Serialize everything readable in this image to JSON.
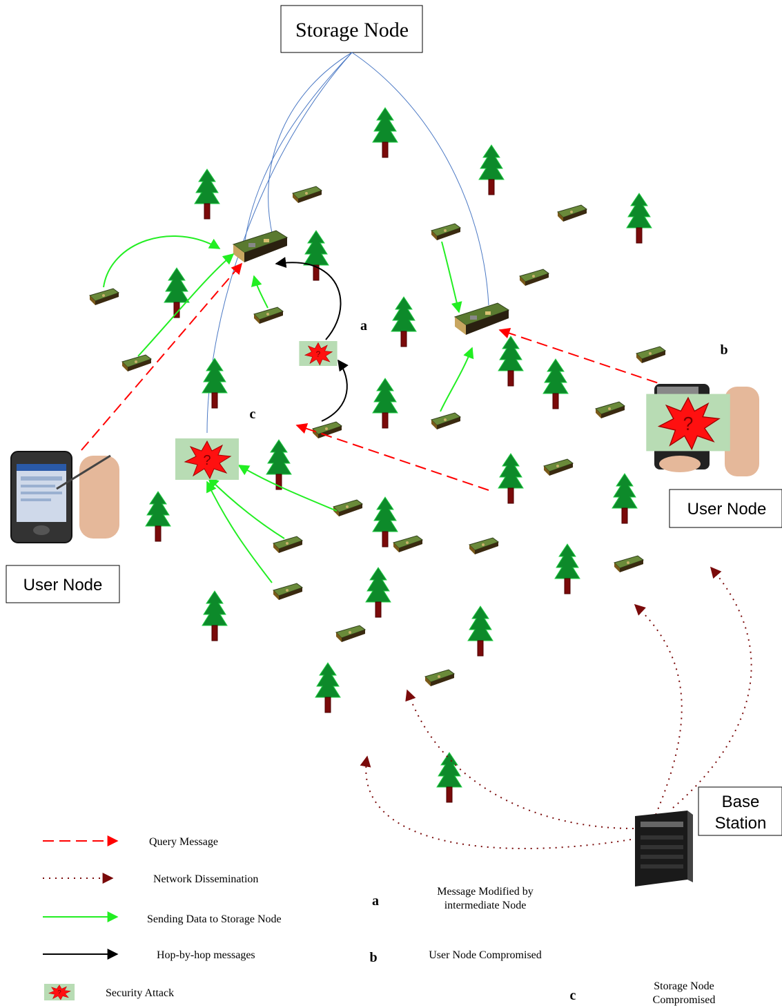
{
  "nodes": {
    "storage_node": "Storage Node",
    "user_node_left": "User Node",
    "user_node_right": "User Node",
    "base_station_line1": "Base",
    "base_station_line2": "Station"
  },
  "markers": {
    "a": "a",
    "b": "b",
    "c": "c"
  },
  "legend": {
    "query_message": "Query Message",
    "network_dissemination": "Network Dissemination",
    "sending_data": "Sending Data to Storage Node",
    "hop_by_hop": "Hop-by-hop messages",
    "security_attack": "Security Attack"
  },
  "key": {
    "a_letter": "a",
    "a_line1": "Message Modified by",
    "a_line2": "intermediate Node",
    "b_letter": "b",
    "b_text": "User Node Compromised",
    "c_letter": "c",
    "c_line1": "Storage Node",
    "c_line2": "Compromised"
  },
  "colors": {
    "query": "#ff0000",
    "dissemination": "#7a0a0a",
    "sending": "#22ee22",
    "hop": "#000000",
    "blue_link": "#4a78c4",
    "tree": "#0d8a2a",
    "trunk": "#7a0a0a"
  },
  "icons": {
    "tree": "pine-tree-icon",
    "sensor": "sensor-mote-icon",
    "attack": "security-attack-icon",
    "pda": "pda-device-icon",
    "server": "server-icon"
  }
}
